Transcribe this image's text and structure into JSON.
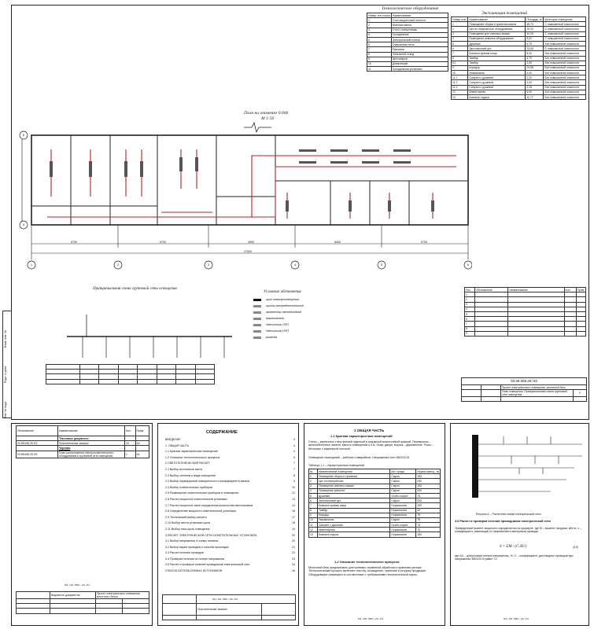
{
  "main_sheet": {
    "equipment_title": "Технологическое оборудование",
    "equipment_headers": [
      "Номер тех/ плана",
      "Наименование"
    ],
    "equipment": [
      [
        "1",
        "Стол загрузочный ленточн."
      ],
      [
        "2",
        "Моечная ванна"
      ],
      [
        "3",
        "Стол с отверстиями"
      ],
      [
        "4",
        "Холодильник"
      ],
      [
        "5",
        "Электрический плитки"
      ],
      [
        "6",
        "Смешанная лесть"
      ],
      [
        "7",
        "Раковина"
      ],
      [
        "8",
        "Зональный отвод"
      ],
      [
        "9",
        "Центрифуга"
      ],
      [
        "10",
        "Дозировщик"
      ],
      [
        "11",
        "Холодильная установка"
      ]
    ],
    "rooms_title": "Экспликация помещений",
    "rooms_headers": [
      "Номер пом.",
      "Наименование",
      "Площадь, м²",
      "Категория помещения"
    ],
    "rooms": [
      [
        "1",
        "Помещение сборки и хранения масла",
        "48,73",
        "С повышенной опасностью"
      ],
      [
        "2",
        "Цех по переработке оборудования",
        "10,00",
        "С повышенной опасностью"
      ],
      [
        "3",
        "Помещение для сменных машин",
        "10,00",
        "С повышенной опасностью"
      ],
      [
        "4",
        "Помещение ремонта оборудования",
        "8,92",
        "С повышенной опасностью"
      ],
      [
        "5",
        "Душевая",
        "5,75",
        "Без повышенной опасности"
      ],
      [
        "6",
        "Заготовочный цех",
        "13,60",
        "С повышенной опасностью"
      ],
      [
        "7",
        "Комната приема пищи",
        "8,00",
        "Без повышенной опасности"
      ],
      [
        "8",
        "Тамбур",
        "4,79",
        "Без повышенной опасности"
      ],
      [
        "8.1",
        "Тамбур",
        "2,50",
        "Без повышенной опасности"
      ],
      [
        "9",
        "Коридор",
        "24,55",
        "Без повышенной опасности"
      ],
      [
        "10",
        "Умывальник",
        "5,00",
        "Без повышенной опасности"
      ],
      [
        "11.1",
        "Санузел с душевой",
        "2,22",
        "Без повышенной опасности"
      ],
      [
        "11.2",
        "Санузел с душевой",
        "2,00",
        "Без повышенной опасности"
      ],
      [
        "11.3",
        "Санузел с душевой",
        "2,28",
        "Без повышенной опасности"
      ],
      [
        "12",
        "Инвентарная",
        "5,00",
        "Без повышенной опасности"
      ],
      [
        "13",
        "Комната отдыха",
        "11,77",
        "Без повышенной опасности"
      ]
    ],
    "plan_title": "План на отметке 0.000",
    "plan_scale": "М 1:50",
    "axes_rows": [
      "Б",
      "А"
    ],
    "axes_cols": [
      "1",
      "2",
      "3",
      "4",
      "5",
      "6"
    ],
    "dim_total": "27000",
    "dims": [
      "5700",
      "5700",
      "4500",
      "5400",
      "5700"
    ],
    "schema_title": "Принципиальная схема групповой сети освещения",
    "legend_title": "Условные обозначения",
    "legend": [
      "щит электроосвещения",
      "щиток распределительный",
      "прожектор светодиодный",
      "выключатель",
      "светильник ЛПО",
      "светильник НПП",
      "розетка"
    ],
    "spec_headers": [
      "Поз.",
      "Обозначение",
      "Наименование",
      "Кол.",
      "Прим."
    ],
    "spec": [
      [
        "1",
        "",
        "",
        "",
        ""
      ],
      [
        "2",
        "",
        "",
        "",
        ""
      ],
      [
        "3",
        "",
        "",
        "",
        ""
      ],
      [
        "4",
        "",
        "",
        "",
        ""
      ],
      [
        "5",
        "",
        "",
        "",
        ""
      ],
      [
        "6",
        "",
        "",
        "",
        ""
      ],
      [
        "7",
        "",
        "",
        "",
        ""
      ],
      [
        "8",
        "",
        "",
        "",
        ""
      ],
      [
        "9",
        "",
        "",
        "",
        ""
      ]
    ],
    "stamp_code": "03.58.065.25-ЭЗ",
    "stamp_project": "Проект электрического освещения, молочный блок",
    "stamp_sheet_title": "План освещения, Принципиальная схема групповой сети освещения",
    "stamp_stage": "У",
    "side_labels": [
      "Инв. № подл.",
      "Подп. и дата",
      "Взам. инв. №"
    ]
  },
  "sheet_contents_list": {
    "headers": [
      "Обозначение",
      "Наименование",
      "Кол.",
      "Прим."
    ],
    "section1": "Текстовые документы",
    "row1_code": "03.58.065.25-ПЗ",
    "row1_name": "Пояснительная записка",
    "section2": "Чертежи",
    "row2_code": "03.58.065.25-ЭЗ",
    "row2_name": "План расположения электроосветительного оборудования и групповой сети освещения",
    "stamp_code": "03.58.065.25-ПЗ",
    "stamp_title": "Ведомость документов",
    "stamp_project": "Проект электрического освещения молочного блока"
  },
  "sheet_toc": {
    "title": "СОДЕРЖАНИЕ",
    "items": [
      [
        "ВВЕДЕНИЕ",
        "3"
      ],
      [
        "1. ОБЩАЯ ЧАСТЬ",
        "4"
      ],
      [
        "1.1 Краткая характеристика помещений",
        "4"
      ],
      [
        "1.2 Описание технологического процесса",
        "5"
      ],
      [
        "2 СВЕТОТЕХНИЧЕСКИЙ РАСЧЕТ",
        "7"
      ],
      [
        "2.1 Выбор источников света",
        "7"
      ],
      [
        "2.2 Выбор системы и вида освещения",
        "8"
      ],
      [
        "2.3 Выбор нормируемой освещенности и коэффициента запаса",
        "9"
      ],
      [
        "2.4 Выбор осветительных приборов",
        "10"
      ],
      [
        "2.5 Размещение осветительных приборов в помещении",
        "12"
      ],
      [
        "2.6 Расчет мощности осветительной установки",
        "13"
      ],
      [
        "2.7 Расчет мощности ламп определения количества светильников",
        "14"
      ],
      [
        "2.8 Определение мощности осветительной установки",
        "16"
      ],
      [
        "2.9 Технический выбор расчета",
        "17"
      ],
      [
        "2.10 Выбор места установки щита",
        "18"
      ],
      [
        "2.11 Выбор типа щита освещения",
        "19"
      ],
      [
        "3 РАСЧЕТ ЭЛЕКТРИЧЕСКОЙ СЕТИ ОСВЕТИТЕЛЬНЫХ УСТАНОВОК",
        "20"
      ],
      [
        "3.1 Выбор напряжения и схемы питания",
        "20"
      ],
      [
        "3.2 Выбор марки проводов и способа прокладки",
        "21"
      ],
      [
        "3.3 Расчет сечения проводов",
        "22"
      ],
      [
        "3.4 Проверка сечения по потере напряжения",
        "23"
      ],
      [
        "3.5 Расчет и проверка сечения проводников электрической сети",
        "24"
      ],
      [
        "СПИСОК ИСПОЛЬЗУЕМЫХ ИСТОЧНИКОВ",
        "26"
      ]
    ],
    "stamp_code": "03.58.065.25-ПЗ",
    "stamp_title": "Пояснительная записка"
  },
  "sheet_text": {
    "h1": "1 ОБЩАЯ ЧАСТЬ",
    "h2": "1.1 Краткая характеристика помещений",
    "para1": "Стены – кирпичные с внутренней отделкой и покраской влагостойкой краской. Перекрытия – железобетонные панели, высота помещений 4,5 м. Окна, двери, ворота – деревянные. Полы – бетонные с кафельной плиткой.",
    "para2": "Освещение помещений – рабочее и аварийное. Напряжение сети 380/220 В.",
    "table_caption": "Таблица 1.1 – Характеристика помещений",
    "table_headers": [
      "№",
      "Наименование помещения",
      "Кат. среды",
      "Норма освещ., лк"
    ],
    "table_rows": [
      [
        "1",
        "Помещение сборки и хранения",
        "Сырое",
        "150"
      ],
      [
        "2",
        "Цех по переработке",
        "Сырое",
        "200"
      ],
      [
        "3",
        "Помещение сменных машин",
        "Сырое",
        "150"
      ],
      [
        "4",
        "Помещение ремонта",
        "Сырое",
        "200"
      ],
      [
        "5",
        "Душевая",
        "Особо сырое",
        "75"
      ],
      [
        "6",
        "Заготовочный цех",
        "Сырое",
        "200"
      ],
      [
        "7",
        "Комната приема пищи",
        "Нормальное",
        "150"
      ],
      [
        "8",
        "Тамбур",
        "Нормальное",
        "50"
      ],
      [
        "9",
        "Коридор",
        "Нормальное",
        "75"
      ],
      [
        "10",
        "Умывальник",
        "Сырое",
        "75"
      ],
      [
        "11",
        "Санузел с душевой",
        "Особо сырое",
        "75"
      ],
      [
        "12",
        "Инвентарная",
        "Нормальное",
        "75"
      ],
      [
        "13",
        "Комната отдыха",
        "Нормальное",
        "150"
      ]
    ],
    "h3": "1.2 Описание технологического процесса",
    "para3": "Молочный блок предназначен для приемки, первичной обработки и хранения молока. Технологический процесс включает очистку, охлаждение, хранение и отгрузку продукции. Оборудование размещено в соответствии с требованиями технологической карты.",
    "stamp_code": "03.58.065.25-ПЗ"
  },
  "sheet_calc": {
    "figure_caption": "Рисунок 6 – Расчетная схема электрической сети",
    "h": "3.5 Расчет и проверка сечения проводников электрической сети",
    "para1": "Приведенный момент мощности определяется по формуле, где M – момент нагрузки, кВт·м; с – коэффициент, зависящий от напряжения и материала провода.",
    "formula": "S = ΣM / (C·ΔU)",
    "formula_no": "(3.5)",
    "para2": "где ΔU – допустимая потеря напряжения, %; C – коэффициент, для медных проводов при напряжении 380/220 В равен 72.",
    "stamp_code": "03.58.065.25-ПЗ"
  }
}
